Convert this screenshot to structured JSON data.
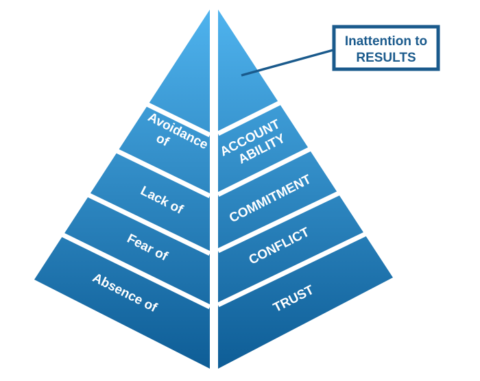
{
  "title": "Five Dysfunctions of a Team pyramid",
  "colors": {
    "top": "#4fb3ee",
    "bottom": "#0e5d96",
    "divider": "#ffffff",
    "callout_border": "#1a5a8c",
    "callout_text": "#1a5a8c"
  },
  "callout": {
    "line1": "Inattention to",
    "line2": "RESULTS"
  },
  "tiers": [
    {
      "level": 5,
      "left_lines": [],
      "right_lines": []
    },
    {
      "level": 4,
      "left_lines": [
        "Avoidance",
        "of"
      ],
      "right_lines": [
        "ACCOUNT",
        "ABILITY"
      ]
    },
    {
      "level": 3,
      "left_lines": [
        "Lack of"
      ],
      "right_lines": [
        "COMMITMENT"
      ]
    },
    {
      "level": 2,
      "left_lines": [
        "Fear of"
      ],
      "right_lines": [
        "CONFLICT"
      ]
    },
    {
      "level": 1,
      "left_lines": [
        "Absence of"
      ],
      "right_lines": [
        "TRUST"
      ]
    }
  ]
}
